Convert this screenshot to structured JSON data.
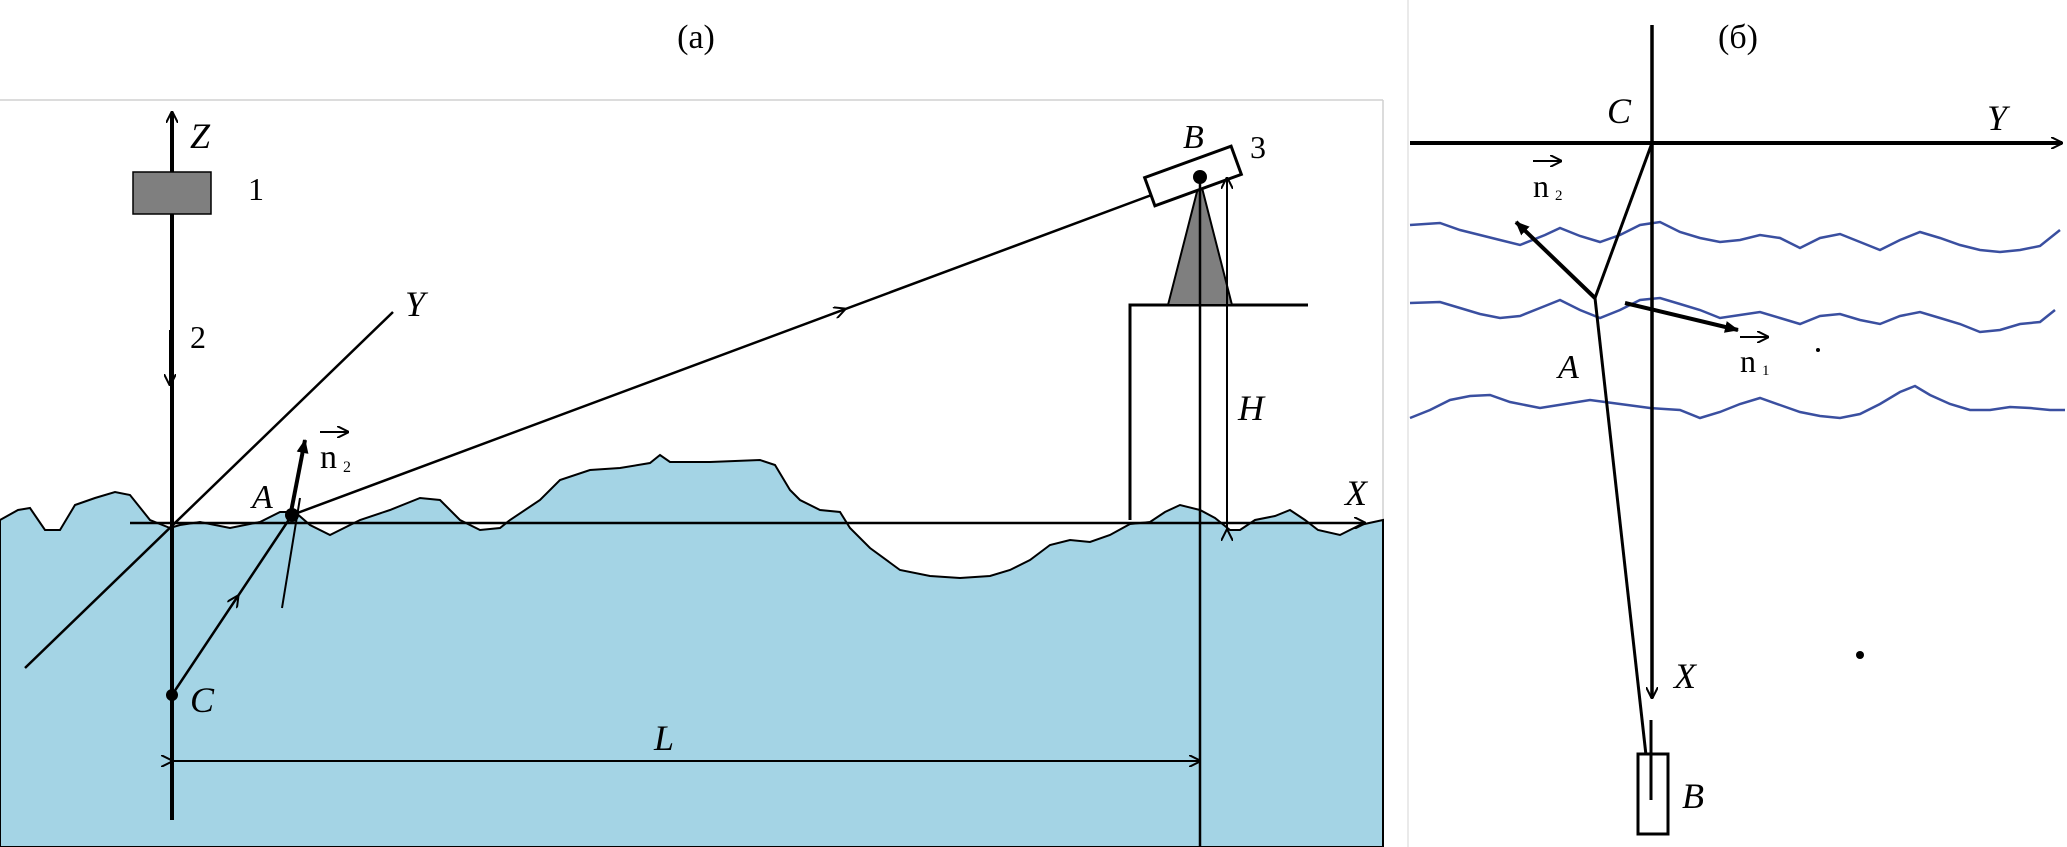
{
  "panel_a": {
    "title": "(a)",
    "axis_z": "Z",
    "axis_y": "Y",
    "axis_x": "X",
    "point_a": "A",
    "point_b": "B",
    "point_c": "C",
    "item_1": "1",
    "item_2": "2",
    "item_3": "3",
    "height": "H",
    "distance": "L",
    "normal_n2": "n",
    "normal_n2_sub": "2"
  },
  "panel_b": {
    "title": "(б)",
    "axis_x": "X",
    "axis_y": "Y",
    "point_a": "A",
    "point_b": "B",
    "point_c": "C",
    "normal_n2": "n",
    "normal_n2_sub": "2",
    "normal_n1": "n",
    "normal_n1_sub": "1"
  },
  "colors": {
    "water": "#a4d4e5",
    "wave_lines": "#3a4fa0",
    "box_fill": "#7f7f7f",
    "frame_line": "#d0d0d0"
  }
}
